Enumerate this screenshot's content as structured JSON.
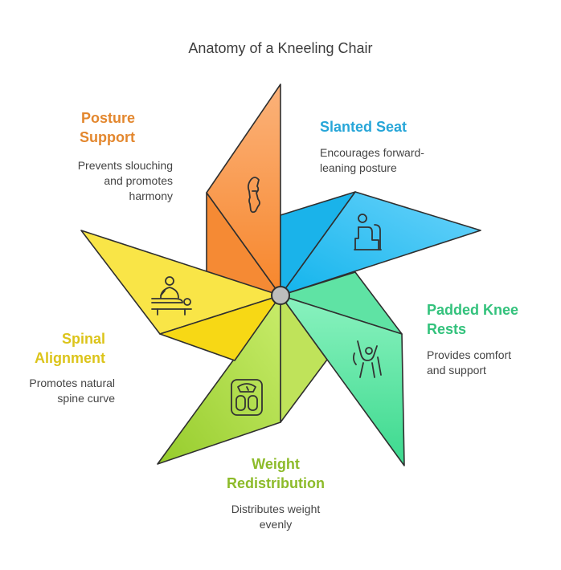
{
  "title": "Anatomy of a Kneeling Chair",
  "colors": {
    "orange": "#f5903a",
    "blue": "#2fb8ec",
    "green": "#3dd68c",
    "lime": "#9ccd2e",
    "yellow": "#f6dd1e",
    "outline": "#2f2f2f",
    "hub": "#b8b8b8"
  },
  "items": [
    {
      "heading": [
        "Posture",
        "Support"
      ],
      "description": [
        "Prevents slouching",
        "and promotes",
        "harmony"
      ],
      "heading_color": "#e3872e",
      "icon": "spine-icon"
    },
    {
      "heading": [
        "Slanted Seat"
      ],
      "description": [
        "Encourages forward-",
        "leaning posture"
      ],
      "heading_color": "#27a6d8",
      "icon": "seated-person-icon"
    },
    {
      "heading": [
        "Padded Knee",
        "Rests"
      ],
      "description": [
        "Provides comfort",
        "and support"
      ],
      "heading_color": "#33c27c",
      "icon": "knee-joint-icon"
    },
    {
      "heading": [
        "Weight",
        "Redistribution"
      ],
      "description": [
        "Distributes weight",
        "evenly"
      ],
      "heading_color": "#8dbb2a",
      "icon": "weight-scale-icon"
    },
    {
      "heading": [
        "Spinal",
        "Alignment"
      ],
      "description": [
        "Promotes natural",
        "spine curve"
      ],
      "heading_color": "#dcc41a",
      "icon": "massage-table-icon"
    }
  ]
}
